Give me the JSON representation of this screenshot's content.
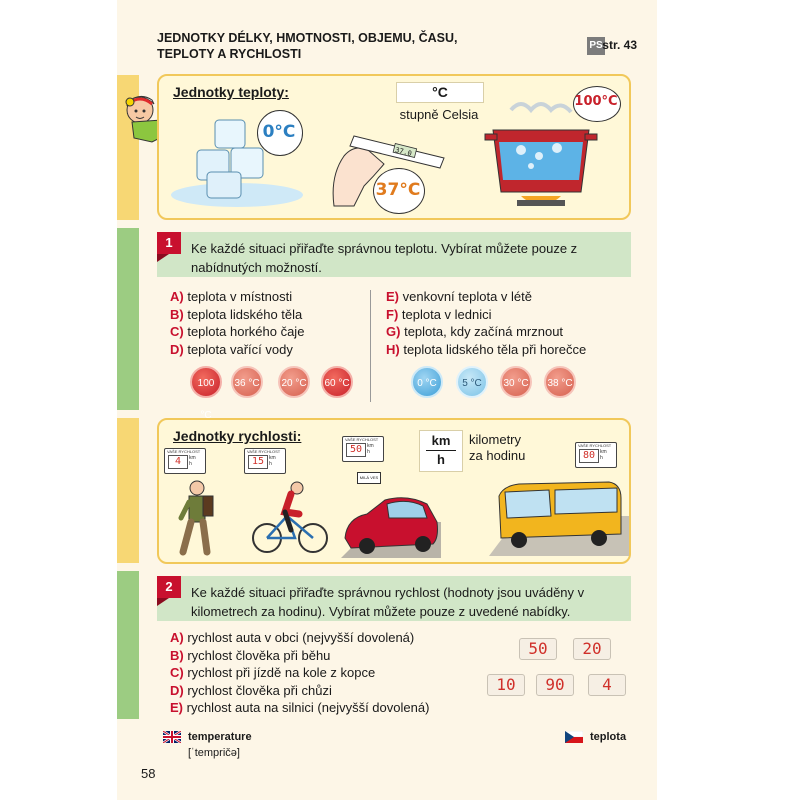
{
  "header": {
    "title_line1": "JEDNOTKY DÉLKY, HMOTNOSTI, OBJEMU, ČASU,",
    "title_line2": "TEPLOTY A RYCHLOSTI",
    "ps_badge": "PS",
    "page_ref": "str. 43"
  },
  "temperature_box": {
    "title": "Jednotky teploty:",
    "unit_symbol": "°C",
    "unit_name": "stupně Celsia",
    "ice_label": "0°C",
    "thermometer_label": "37°C",
    "thermometer_display": "37.0",
    "pot_label": "100°C"
  },
  "task1": {
    "number": "1",
    "text": "Ke každé situaci přiřaďte správnou teplotu. Vybírat můžete pouze z nabídnutých možností.",
    "left_items": [
      {
        "letter": "A)",
        "text": "teplota v místnosti"
      },
      {
        "letter": "B)",
        "text": "teplota lidského těla"
      },
      {
        "letter": "C)",
        "text": "teplota horkého čaje"
      },
      {
        "letter": "D)",
        "text": "teplota vařící vody"
      }
    ],
    "right_items": [
      {
        "letter": "E)",
        "text": "venkovní teplota v létě"
      },
      {
        "letter": "F)",
        "text": "teplota v lednici"
      },
      {
        "letter": "G)",
        "text": "teplota, kdy začíná mrznout"
      },
      {
        "letter": "H)",
        "text": "teplota lidského těla při horečce"
      }
    ],
    "left_options": [
      "100 °C",
      "36 °C",
      "20 °C",
      "60 °C"
    ],
    "right_options": [
      "0 °C",
      "5 °C",
      "30 °C",
      "38 °C"
    ]
  },
  "speed_box": {
    "title": "Jednotky rychlosti:",
    "unit_num": "km",
    "unit_den": "h",
    "unit_text_line1": "kilometry",
    "unit_text_line2": "za hodinu",
    "sign_label": "VAŠE RYCHLOST",
    "sign_unit_num": "km",
    "sign_unit_den": "h",
    "signs": [
      "4",
      "15",
      "50",
      "80"
    ],
    "road_sign": "MILÁ VES"
  },
  "task2": {
    "number": "2",
    "text": "Ke každé situaci přiřaďte správnou rychlost (hodnoty jsou uváděny v kilometrech za hodinu). Vybírat můžete pouze z uvedené nabídky.",
    "items": [
      {
        "letter": "A)",
        "text": "rychlost auta v obci (nejvyšší dovolená)"
      },
      {
        "letter": "B)",
        "text": "rychlost člověka při běhu"
      },
      {
        "letter": "C)",
        "text": "rychlost při jízdě na kole z kopce"
      },
      {
        "letter": "D)",
        "text": "rychlost člověka při chůzi"
      },
      {
        "letter": "E)",
        "text": "rychlost auta na silnici (nejvyšší dovolená)"
      }
    ],
    "options_row1": [
      "50",
      "20"
    ],
    "options_row2": [
      "10",
      "90",
      "4"
    ]
  },
  "footer": {
    "en_word": "temperature",
    "en_pron": "[ˈtempričə]",
    "cz_word": "teplota",
    "page_number": "58"
  },
  "colors": {
    "page_bg": "#fdf6e7",
    "box_bg": "#fff8d8",
    "box_border": "#f1c85a",
    "task_bg": "#d1e6c7",
    "accent_red": "#c8102e",
    "strip_yellow": "#f7d774",
    "strip_green": "#9ccc82"
  }
}
